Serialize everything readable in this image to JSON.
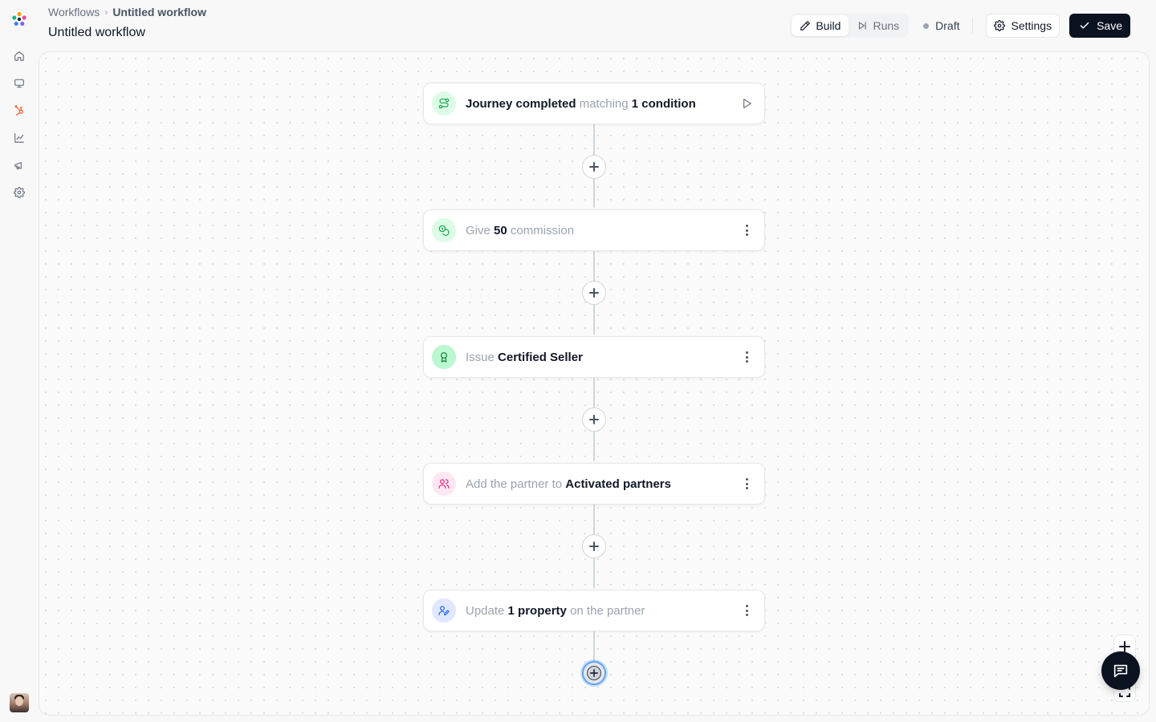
{
  "breadcrumb": {
    "root": "Workflows",
    "current": "Untitled workflow"
  },
  "page": {
    "title": "Untitled workflow"
  },
  "tabs": [
    {
      "label": "Build",
      "icon": "pencil-icon",
      "active": true
    },
    {
      "label": "Runs",
      "icon": "skip-forward-icon",
      "active": false
    }
  ],
  "status": {
    "label": "Draft"
  },
  "actions": {
    "settings_label": "Settings",
    "save_label": "Save"
  },
  "sidebar": {
    "items": [
      {
        "name": "home",
        "icon": "home-icon"
      },
      {
        "name": "monitor",
        "icon": "monitor-icon"
      },
      {
        "name": "integrations",
        "icon": "hubspot-icon",
        "active": true
      },
      {
        "name": "analytics",
        "icon": "chart-icon"
      },
      {
        "name": "campaigns",
        "icon": "megaphone-icon"
      },
      {
        "name": "settings",
        "icon": "gear-icon"
      }
    ]
  },
  "workflow": {
    "trigger": {
      "part1": "Journey completed",
      "part2": "matching",
      "part3": "1 condition",
      "icon": "route-icon"
    },
    "steps": [
      {
        "part1": "Give",
        "part2": "50",
        "part3": "commission",
        "icon": "coins-icon"
      },
      {
        "part1": "Issue",
        "part2": "Certified Seller",
        "part3": "",
        "icon": "award-icon"
      },
      {
        "part1": "Add the partner to",
        "part2": "Activated partners",
        "part3": "",
        "icon": "users-icon"
      },
      {
        "part1": "Update",
        "part2": "1 property",
        "part3": "on the partner",
        "icon": "user-pen-icon"
      }
    ]
  },
  "colors": {
    "accent": "#0b1220",
    "green_bg": "#dcfce7",
    "green": "#16a34a",
    "pink_bg": "#fce7f3",
    "pink": "#db2777",
    "blue_bg": "#e0e7ff",
    "blue": "#2563eb",
    "active_nav": "#f05a28"
  }
}
